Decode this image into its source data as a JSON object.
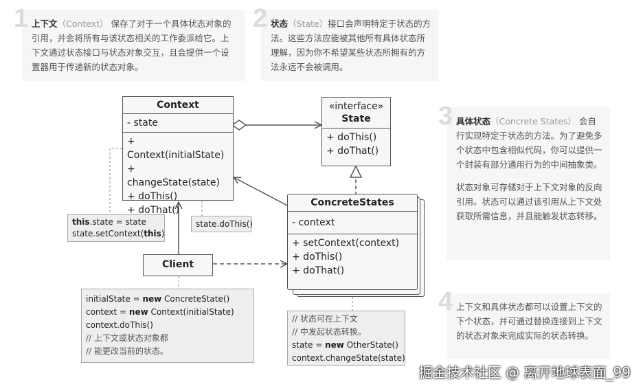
{
  "notes": [
    {
      "num": "1",
      "bold": "上下文",
      "sub": "（Context）",
      "text": "保存了对于一个具体状态对象的引用，并会将所有与该状态相关的工作委派给它。上下文通过状态接口与状态对象交互，且会提供一个设置器用于传递新的状态对象。"
    },
    {
      "num": "2",
      "bold": "状态",
      "sub": "（State）",
      "text": "接口会声明特定于状态的方法。这些方法应能被其他所有具体状态所理解，因为你不希望某些状态所拥有的方法永远不会被调用。"
    },
    {
      "num": "3",
      "bold": "具体状态",
      "sub": "（Concrete States）",
      "text": "会自行实现特定于状态的方法。为了避免多个状态中包含相似代码，你可以提供一个封装有部分通用行为的中间抽象类。",
      "text2": "状态对象可存储对于上下文对象的反向引用。状态可以通过该引用从上下文处获取所需信息，并且能触发状态转移。"
    },
    {
      "num": "4",
      "text": "上下文和具体状态都可以设置上下文的下个状态，并可通过替换连接到上下文的状态对象来完成实际的状态转换。"
    }
  ],
  "context": {
    "name": "Context",
    "field": "- state",
    "methods": [
      "+ Context(initialState)",
      "+ changeState(state)",
      "+ doThis()",
      "+ doThat()"
    ]
  },
  "state": {
    "stereotype": "«interface»",
    "name": "State",
    "methods": [
      "+ doThis()",
      "+ doThat()"
    ]
  },
  "concrete": {
    "name": "ConcreteStates",
    "field": "- context",
    "methods": [
      "+ setContext(context)",
      "+ doThis()",
      "+ doThat()"
    ]
  },
  "client": {
    "name": "Client"
  },
  "code_ctx": {
    "l1_kw": "this",
    "l1": ".state = state",
    "l2": "state.setContext(",
    "l2_kw": "this",
    "l2_end": ")"
  },
  "code_dothis": {
    "line": "state.doThis()"
  },
  "code_client": {
    "l1": "initialState = ",
    "l1_kw": "new",
    "l1_end": " ConcreteState()",
    "l2": "context = ",
    "l2_kw": "new",
    "l2_end": " Context(initialState)",
    "l3": "context.doThis()",
    "l4": "// 上下文或状态对象都",
    "l5": "// 能更改当前的状态。"
  },
  "code_concrete": {
    "l1": "// 状态可在上下文",
    "l2": "// 中发起状态转换。",
    "l3": "state = ",
    "l3_kw": "new",
    "l3_end": " OtherState()",
    "l4": "context.changeState(state)"
  },
  "watermark": "掘金技术社区 @ 离开地球表面_99"
}
